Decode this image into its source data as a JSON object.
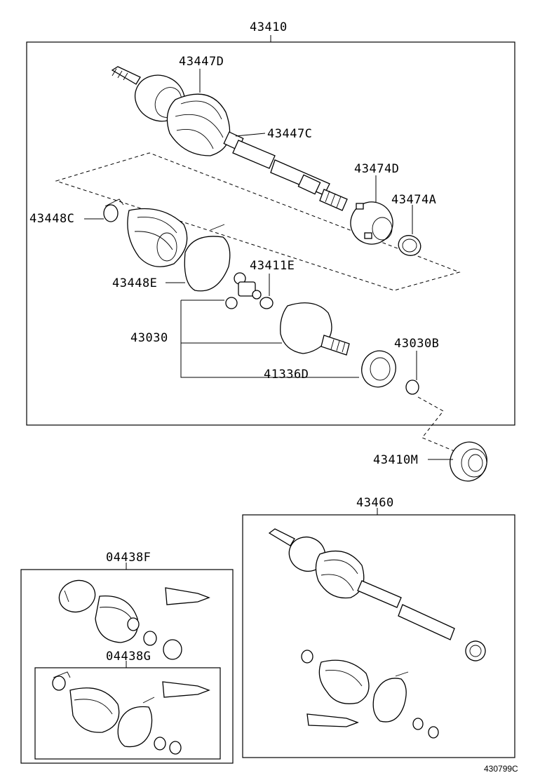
{
  "labels": {
    "p43410": "43410",
    "p43447D": "43447D",
    "p43447C": "43447C",
    "p43474D": "43474D",
    "p43474A": "43474A",
    "p43448C": "43448C",
    "p43411E": "43411E",
    "p43448E": "43448E",
    "p43030": "43030",
    "p43030B": "43030B",
    "p41336D": "41336D",
    "p43410M": "43410M",
    "p43460": "43460",
    "p04438F": "04438F",
    "p04438G": "04438G"
  },
  "diagram_ref": "430799C"
}
